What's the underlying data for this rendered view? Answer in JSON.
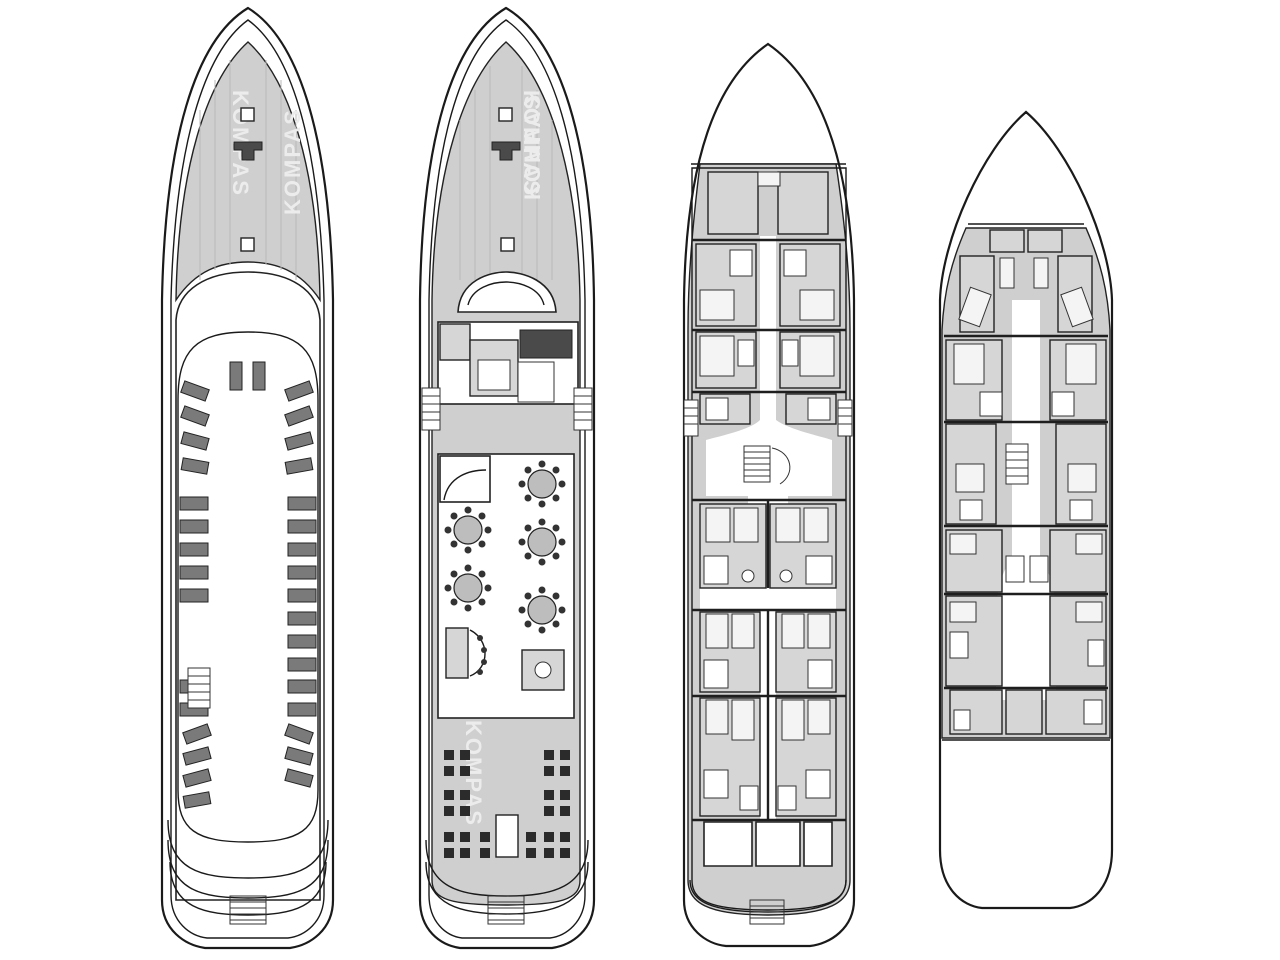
{
  "diagram": {
    "decks": [
      {
        "id": "sun-deck",
        "logo_text": [
          "KOMPAS",
          "KOMPAS"
        ]
      },
      {
        "id": "main-deck",
        "logo_text": [
          "KOMPAS",
          "KOMPAS",
          "KOMPAS"
        ]
      },
      {
        "id": "lower-deck",
        "logo_text": []
      },
      {
        "id": "cabin-deck",
        "logo_text": []
      }
    ],
    "colors": {
      "deck_fill": "#cfcfcf",
      "line": "#1a1a1a",
      "background": "#ffffff"
    }
  }
}
